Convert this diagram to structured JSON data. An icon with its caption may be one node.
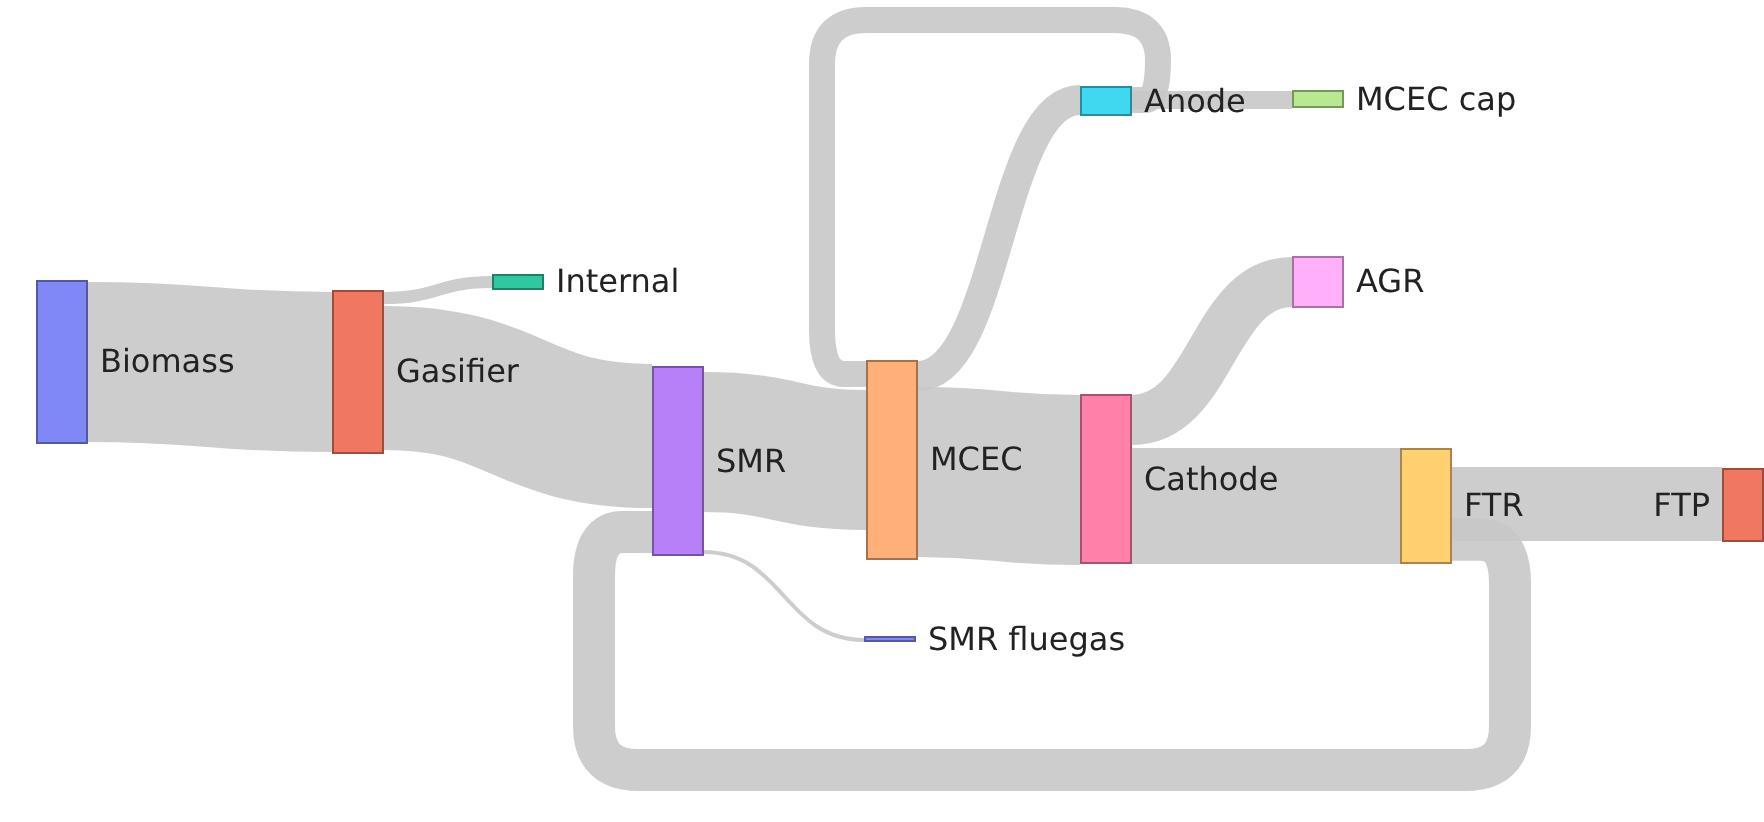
{
  "diagram": {
    "nodes": [
      {
        "text": [
          "Biomass"
        ]
      },
      {
        "text": [
          "Gasifier"
        ]
      },
      {
        "text": [
          "Internal"
        ]
      },
      {
        "text": [
          "SMR"
        ]
      },
      {
        "text": [
          "MCEC"
        ]
      },
      {
        "text": [
          "Anode"
        ]
      },
      {
        "text": [
          "MCEC cap"
        ]
      },
      {
        "text": [
          "AGR"
        ]
      },
      {
        "text": [
          "Cathode"
        ]
      },
      {
        "text": [
          "FTR"
        ]
      },
      {
        "text": [
          "FTP"
        ]
      },
      {
        "text": [
          "SMR fluegas"
        ]
      }
    ],
    "edges": [
      {
        "from": 0,
        "to": 1,
        "arrow": "none",
        "style": "thick"
      },
      {
        "from": 1,
        "to": 2,
        "arrow": "none"
      },
      {
        "from": 1,
        "to": 3,
        "arrow": "none",
        "style": "thick"
      },
      {
        "from": 3,
        "to": 4,
        "arrow": "none",
        "style": "thick"
      },
      {
        "from": 3,
        "to": 11,
        "arrow": "none"
      },
      {
        "from": 4,
        "to": 5,
        "arrow": "none"
      },
      {
        "from": 4,
        "to": 8,
        "arrow": "none",
        "style": "thick"
      },
      {
        "from": 5,
        "to": 6,
        "arrow": "none"
      },
      {
        "from": 5,
        "to": 4,
        "arrow": "none"
      },
      {
        "from": 8,
        "to": 7,
        "arrow": "none"
      },
      {
        "from": 8,
        "to": 9,
        "arrow": "none",
        "style": "thick"
      },
      {
        "from": 9,
        "to": 10,
        "arrow": "none"
      },
      {
        "from": 9,
        "to": 3,
        "arrow": "none"
      }
    ]
  }
}
